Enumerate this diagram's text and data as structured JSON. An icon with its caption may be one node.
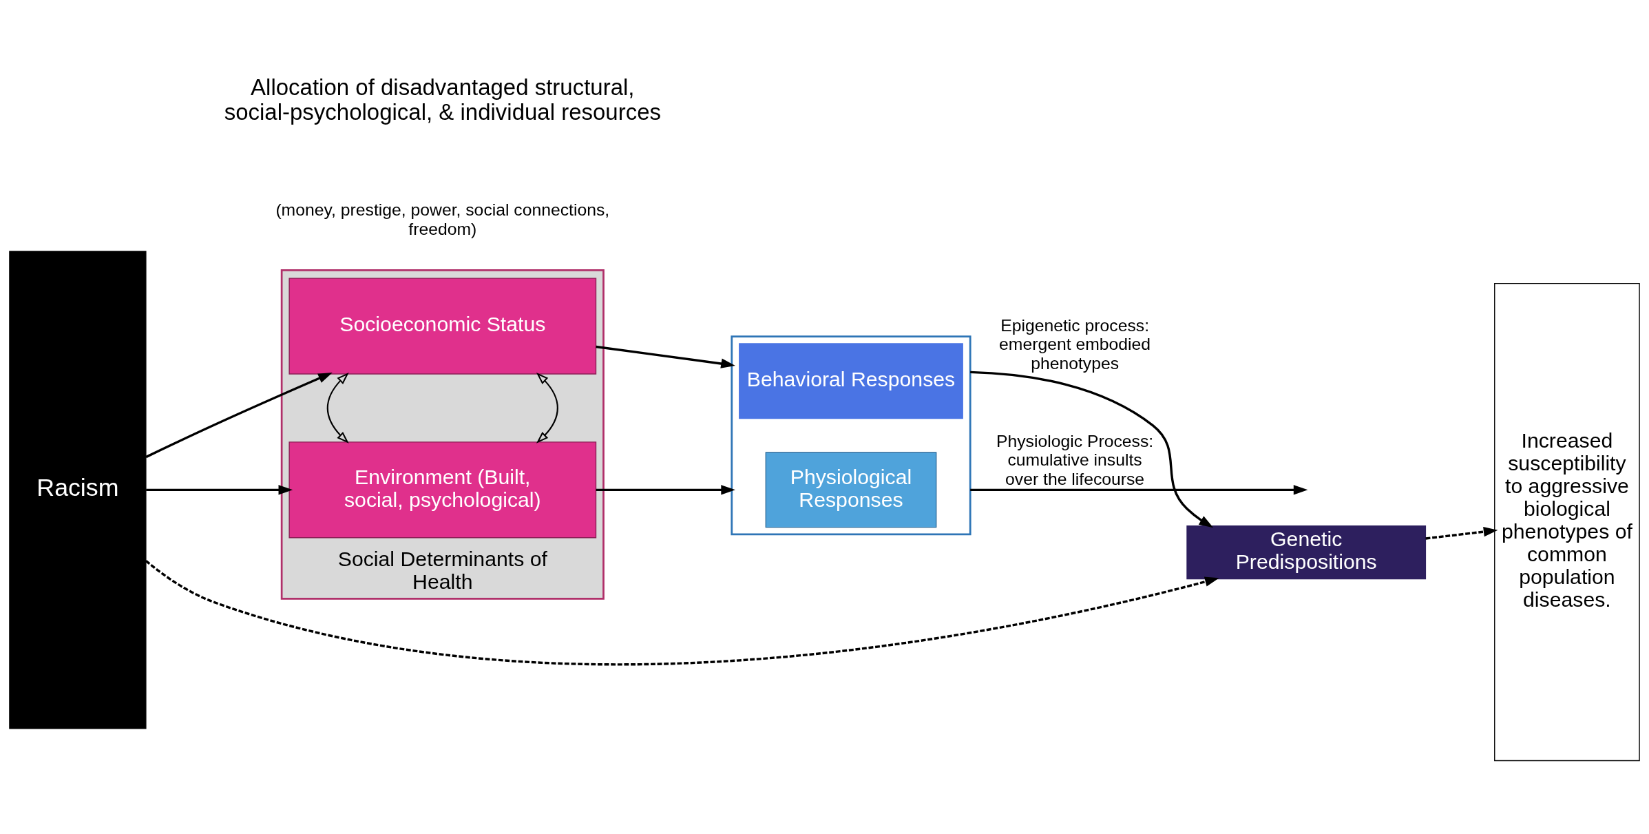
{
  "diagram": {
    "nodes": [
      {
        "text": [
          "Racism"
        ]
      },
      {
        "text": [
          "Social Determinants of Health"
        ]
      },
      {
        "text": [
          "Socioeconomic Status"
        ],
        "in": 1
      },
      {
        "text": [
          "Environment (Built, social, psychological)"
        ],
        "in": 1
      },
      {
        "text": [],
        "shape": "box"
      },
      {
        "text": [
          "Physiological Responses"
        ],
        "in": 4
      },
      {
        "text": [
          "Behavioral Responses"
        ],
        "in": 4
      },
      {
        "text": [
          "Genetic Predispositions"
        ]
      },
      {
        "text": [
          "Increased susceptibility to aggressive biological phenotypes of common population diseases."
        ]
      }
    ],
    "edges": [
      {
        "from": 0,
        "to": 2,
        "arrow": "to"
      },
      {
        "from": 0,
        "to": 3,
        "arrow": "to"
      },
      {
        "from": 2,
        "to": 3,
        "arrow": "both"
      },
      {
        "from": 2,
        "to": 3,
        "arrow": "both"
      },
      {
        "from": 2,
        "to": 4,
        "arrow": "to"
      },
      {
        "from": 3,
        "to": 4,
        "arrow": "to"
      },
      {
        "from": 4,
        "to": 7,
        "arrow": "to",
        "label": "Epigenetic process: emergent embodied phenotypes"
      },
      {
        "from": 4,
        "to": null,
        "arrow": "to",
        "label": "Physiologic Process: cumulative insults over the lifecourse"
      },
      {
        "from": 0,
        "to": 7,
        "arrow": "to",
        "style": "dashed"
      },
      {
        "from": 7,
        "to": 8,
        "arrow": "to",
        "style": "dashed"
      }
    ],
    "labels": [
      "Allocation of disadvantaged structural, social-psychological, & individual resources",
      "(money, prestige, power, social connections, freedom)"
    ]
  }
}
